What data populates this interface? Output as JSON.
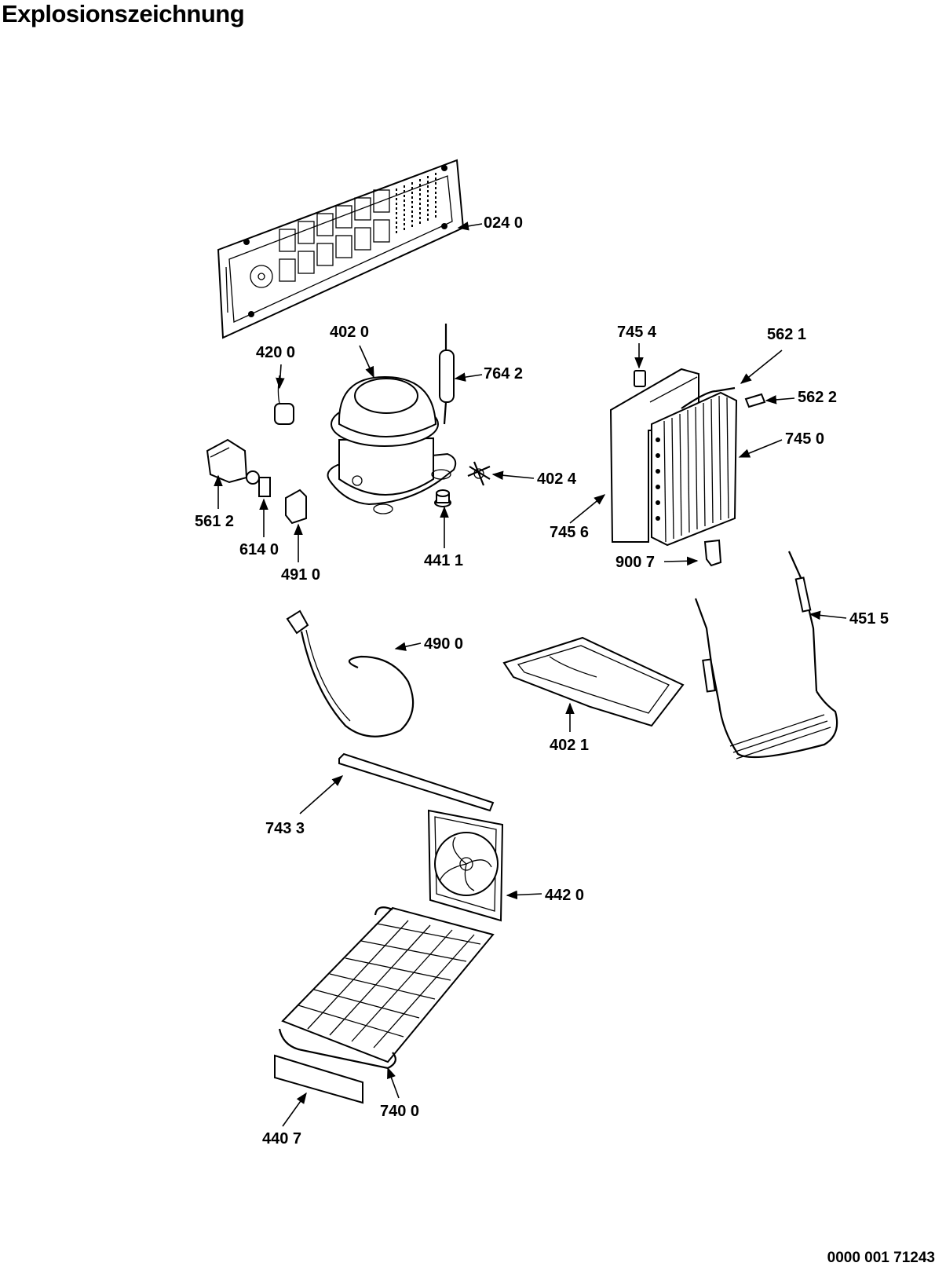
{
  "title": "Explosionszeichnung",
  "doc_number": "0000 001 71243",
  "parts": [
    {
      "label": "024 0",
      "icon": "rear-panel-icon"
    },
    {
      "label": "402 0",
      "icon": "compressor-icon"
    },
    {
      "label": "420 0",
      "icon": "capacitor-icon"
    },
    {
      "label": "764 2",
      "icon": "filter-dryer-icon"
    },
    {
      "label": "745 4",
      "icon": "clip-icon"
    },
    {
      "label": "562 1",
      "icon": "sensor-wire-icon"
    },
    {
      "label": "562 2",
      "icon": "sensor-clip-icon"
    },
    {
      "label": "745 0",
      "icon": "evaporator-icon"
    },
    {
      "label": "745 6",
      "icon": "evaporator-cover-icon"
    },
    {
      "label": "900 7",
      "icon": "holder-icon"
    },
    {
      "label": "561 2",
      "icon": "relay-icon"
    },
    {
      "label": "614 0",
      "icon": "overload-protector-icon"
    },
    {
      "label": "491 0",
      "icon": "relay-cover-icon"
    },
    {
      "label": "441 1",
      "icon": "grommet-icon"
    },
    {
      "label": "402 4",
      "icon": "clamp-icon"
    },
    {
      "label": "490 0",
      "icon": "power-cord-icon"
    },
    {
      "label": "402 1",
      "icon": "drip-tray-icon"
    },
    {
      "label": "451 5",
      "icon": "heater-element-icon"
    },
    {
      "label": "743 3",
      "icon": "foam-strip-icon"
    },
    {
      "label": "442 0",
      "icon": "fan-icon"
    },
    {
      "label": "740 0",
      "icon": "condenser-icon"
    },
    {
      "label": "440 7",
      "icon": "label-plate-icon"
    }
  ]
}
